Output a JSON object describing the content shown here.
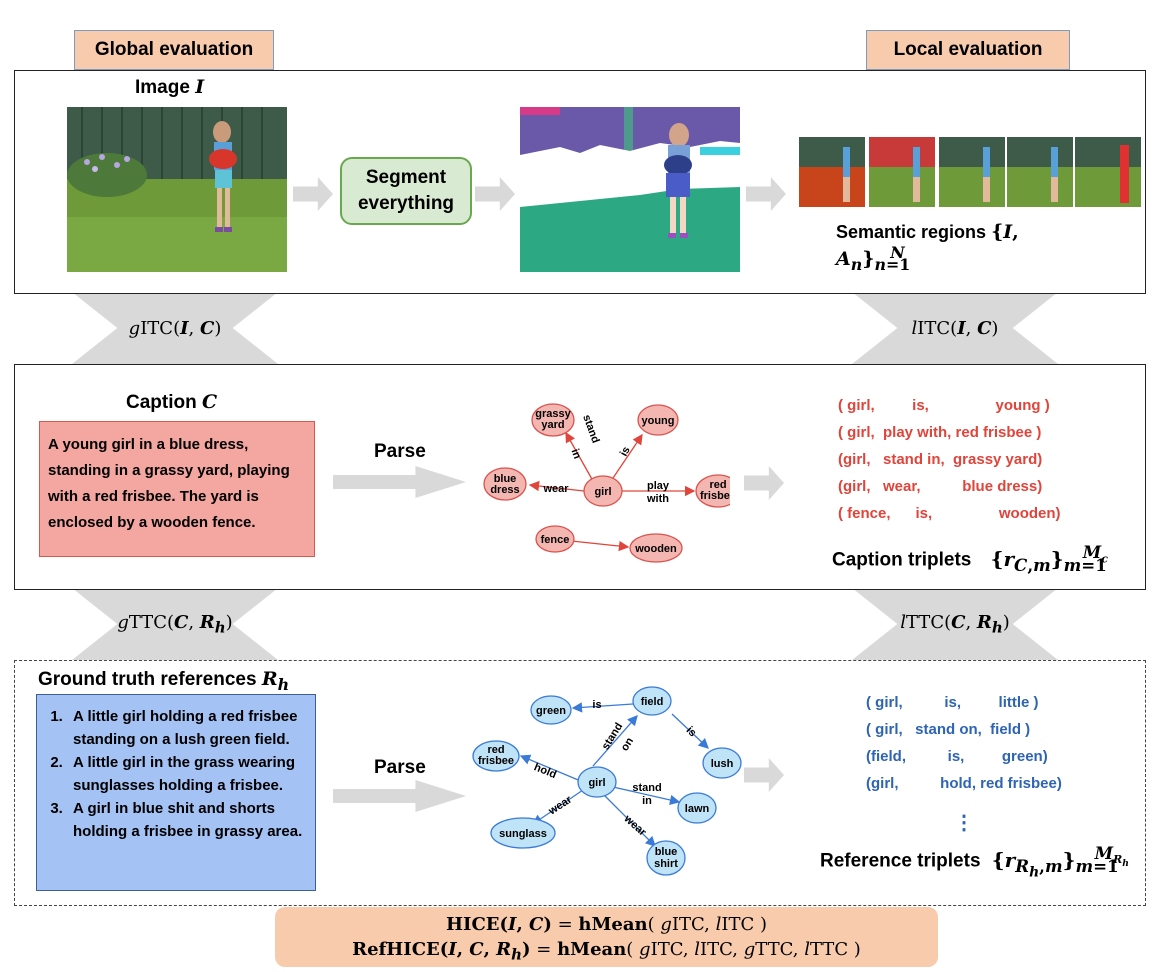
{
  "headers": {
    "global": "Global evaluation",
    "local": "Local evaluation"
  },
  "top_panel": {
    "image_label": "Image",
    "image_symbol": "I",
    "segment_label_line1": "Segment",
    "segment_label_line2": "everything",
    "regions_label": "Semantic regions",
    "regions_formula": "{I, An}",
    "regions_sub": "n=1",
    "regions_sup": "N"
  },
  "connectors": {
    "gitc": "gITC(I, C)",
    "litc": "lITC(I, C)",
    "gttc": "gTTC(C, Rh)",
    "lttc": "lTTC(C, Rh)"
  },
  "caption_panel": {
    "title": "Caption",
    "title_symbol": "C",
    "text": "A young girl in a blue dress, standing in a grassy yard, playing with a red frisbee. The yard is enclosed by a wooden fence.",
    "parse_label": "Parse",
    "graph_nodes": [
      "grassy yard",
      "young",
      "blue dress",
      "girl",
      "red frisbee",
      "fence",
      "wooden"
    ],
    "graph_edges": [
      "stand in",
      "is",
      "wear",
      "play with"
    ],
    "triplets": [
      "( girl,         is,                young )",
      "( girl,  play with, red frisbee )",
      "(girl,   stand in,  grassy yard)",
      "(girl,   wear,          blue dress)",
      "( fence,      is,                wooden)"
    ],
    "triplets_label": "Caption triplets",
    "triplets_formula": "{rC,m}",
    "triplets_sup": "Mc",
    "triplets_sub": "m=1"
  },
  "reference_panel": {
    "title": "Ground truth references",
    "title_symbol": "Rh",
    "items": [
      "A little girl holding a red frisbee standing on a lush green field.",
      "A little girl in the grass wearing sunglasses holding a frisbee.",
      "A girl in blue shit and shorts holding a frisbee in grassy area."
    ],
    "parse_label": "Parse",
    "graph_nodes": [
      "green",
      "field",
      "red frisbee",
      "girl",
      "lush",
      "lawn",
      "sunglass",
      "blue shirt"
    ],
    "graph_edges": [
      "is",
      "stand on",
      "is",
      "hold",
      "stand in",
      "wear",
      "wear"
    ],
    "triplets": [
      "( girl,          is,         little )",
      "( girl,   stand on,  field )",
      "(field,          is,         green)",
      "(girl,          hold, red frisbee)"
    ],
    "ellipsis": "⋮",
    "triplets_label": "Reference triplets",
    "triplets_formula": "{rRh,m}",
    "triplets_sup": "MRh",
    "triplets_sub": "m=1"
  },
  "formulas": {
    "line1": "HICE(I, C) = hMean( gITC, lITC )",
    "line2": "RefHICE(I, C, Rh) = hMean( gITC, lITC, gTTC, lTTC )"
  },
  "colors": {
    "caption_red": "#e0443a",
    "reference_blue": "#2e64b4",
    "header_peach": "#f8cbad",
    "segment_green": "#d9ead3"
  }
}
